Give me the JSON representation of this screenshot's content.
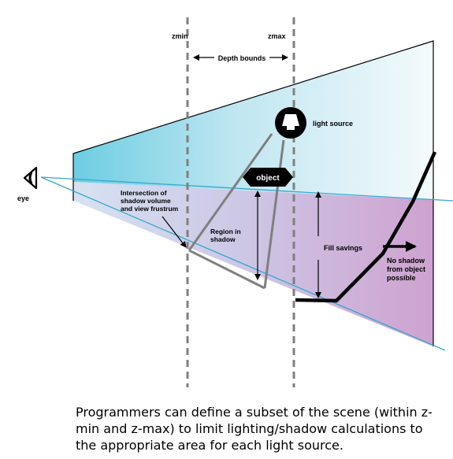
{
  "labels": {
    "zmin": "zmin",
    "zmax": "zmax",
    "depth_bounds": "Depth bounds",
    "light_source": "light source",
    "object": "object",
    "eye": "eye",
    "intersection": [
      "Intersection of",
      "shadow volume",
      "and view frustrum"
    ],
    "region": [
      "Region in",
      "shadow"
    ],
    "fill_savings": "Fill savings",
    "no_shadow": [
      "No shadow",
      "from object",
      "possible"
    ]
  },
  "caption": "Programmers can define a subset of the scene (within z-min and z-max) to limit lighting/shadow calculations to the appropriate area for each light source.",
  "colors": {
    "frustum_cyan": "#6ccde2",
    "frustum_light": "#eef7fb",
    "shadow_lavender": "#c8c8e6",
    "shadow_pink": "#cfa3d1",
    "line_blue": "#33a7cf",
    "guide_gray": "#7f7f7f",
    "outline": "#000000"
  }
}
